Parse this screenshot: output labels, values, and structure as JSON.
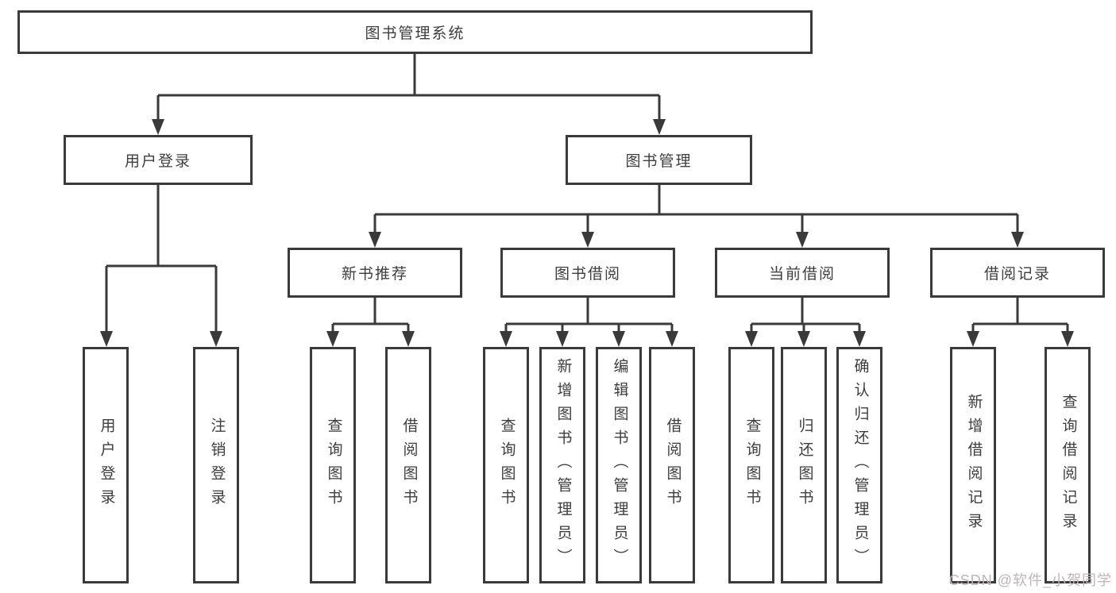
{
  "colors": {
    "background": "#ffffff",
    "line": "#3a3a3a",
    "box_border": "#3a3a3a",
    "text": "#3d3d3d",
    "watermark": "#c0b4b8"
  },
  "watermark": {
    "text": "CSDN @软件_小贺同学"
  },
  "tree": {
    "root": {
      "label": "图书管理系统",
      "children": [
        {
          "label": "用户登录",
          "children": [
            {
              "label": "用户登录"
            },
            {
              "label": "注销登录"
            }
          ]
        },
        {
          "label": "图书管理",
          "children": [
            {
              "label": "新书推荐",
              "children": [
                {
                  "label": "查询图书"
                },
                {
                  "label": "借阅图书"
                }
              ]
            },
            {
              "label": "图书借阅",
              "children": [
                {
                  "label": "查询图书"
                },
                {
                  "label": "新增图书（管理员）"
                },
                {
                  "label": "编辑图书（管理员）"
                },
                {
                  "label": "借阅图书"
                }
              ]
            },
            {
              "label": "当前借阅",
              "children": [
                {
                  "label": "查询图书"
                },
                {
                  "label": "归还图书"
                },
                {
                  "label": "确认归还（管理员）"
                }
              ]
            },
            {
              "label": "借阅记录",
              "children": [
                {
                  "label": "新增借阅记录"
                },
                {
                  "label": "查询借阅记录"
                }
              ]
            }
          ]
        }
      ]
    }
  }
}
